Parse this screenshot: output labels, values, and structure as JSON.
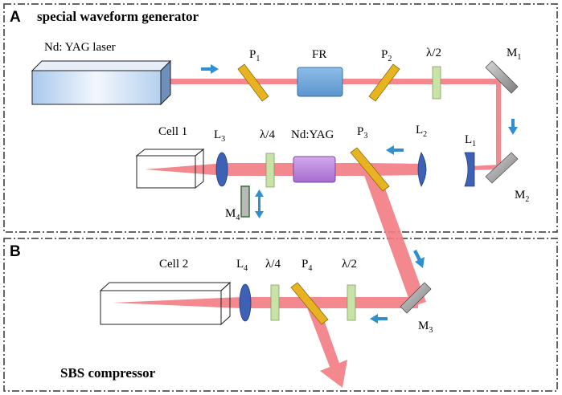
{
  "panels": {
    "a": {
      "letter": "A",
      "title": "special waveform generator"
    },
    "b": {
      "letter": "B",
      "title": "SBS compressor"
    }
  },
  "labels": {
    "laser": "Nd: YAG laser",
    "p1": {
      "main": "P",
      "sub": "1"
    },
    "fr": "FR",
    "p2": {
      "main": "P",
      "sub": "2"
    },
    "half_wave_a": "λ/2",
    "m1": {
      "main": "M",
      "sub": "1"
    },
    "cell1": "Cell 1",
    "l3": {
      "main": "L",
      "sub": "3"
    },
    "quarter_wave_a": "λ/4",
    "ndyag_amp": "Nd:YAG",
    "p3": {
      "main": "P",
      "sub": "3"
    },
    "l2": {
      "main": "L",
      "sub": "2"
    },
    "l1": {
      "main": "L",
      "sub": "1"
    },
    "m2": {
      "main": "M",
      "sub": "2"
    },
    "m4": {
      "main": "M",
      "sub": "4"
    },
    "cell2": "Cell 2",
    "l4": {
      "main": "L",
      "sub": "4"
    },
    "quarter_wave_b": "λ/4",
    "p4": {
      "main": "P",
      "sub": "4"
    },
    "half_wave_b": "λ/2",
    "m3": {
      "main": "M",
      "sub": "3"
    }
  },
  "colors": {
    "beam": "#f27c82",
    "polarizer": "#e7b320",
    "waveplate": "#c9e2a8",
    "lens": "#3d62b5",
    "mirror": "#a9a9a9",
    "faraday": "#6aa2d6",
    "amplifier": "#b07ed6",
    "arrow": "#2f8fd0",
    "frame": "#333333"
  }
}
